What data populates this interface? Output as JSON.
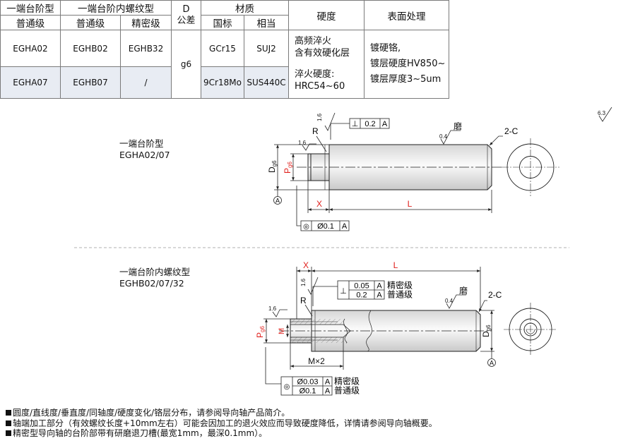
{
  "table": {
    "h_single_step": "一端台阶型",
    "h_single_step_thread": "一端台阶内螺纹型",
    "h_d": "D",
    "h_tolerance": "公差",
    "h_material": "材质",
    "h_hardness": "硬度",
    "h_surface": "表面处理",
    "h_normal_1": "普通级",
    "h_normal_2": "普通级",
    "h_precision": "精密级",
    "h_gb": "国标",
    "h_equiv": "相当",
    "rows": [
      {
        "a": "EGHA02",
        "b": "EGHB02",
        "c": "EGHB32",
        "gb": "GCr15",
        "equiv": "SUJ2"
      },
      {
        "a": "EGHA07",
        "b": "EGHB07",
        "c": "/",
        "gb": "9Cr18Mo",
        "equiv": "SUS440C"
      }
    ],
    "tolerance": "g6",
    "hardness_1": "高频淬火",
    "hardness_2": "含有效硬化层",
    "hardness_3": "淬火硬度:",
    "hardness_4": "HRC54~60",
    "surface_1": "镀硬铬,",
    "surface_2": "镀层硬度HV850~",
    "surface_3": "镀层厚度3~5um"
  },
  "drawing1": {
    "title": "一端台阶型",
    "code": "EGHA02/07",
    "rough_16": "1.6",
    "rough_04": "0.4",
    "rough_63": "6.3",
    "grind": "磨",
    "r_label": "R",
    "chamfer": "2-C",
    "perp_sym": "⊥",
    "perp_val": "0.2",
    "datum": "A",
    "d_label": "D",
    "d_sub": "g6",
    "p_label": "P",
    "p_sub": "g6",
    "x_label": "X",
    "l_label": "L",
    "conc_sym": "◎",
    "conc_val": "Ø0.1"
  },
  "drawing2": {
    "title": "一端台阶内螺纹型",
    "code": "EGHB02/07/32",
    "rough_16": "1.6",
    "rough_04": "0.4",
    "grind": "磨",
    "r_label": "R",
    "chamfer": "2-C",
    "x_label": "X",
    "l_label": "L",
    "perp_sym": "⊥",
    "perp_val_1": "0.05",
    "perp_val_2": "0.2",
    "datum": "A",
    "precision": "精密级",
    "normal": "普通级",
    "p_label": "P",
    "p_sub": "g6",
    "m_label": "M",
    "d_label": "D",
    "d_sub": "g6",
    "mx2": "M×2",
    "conc_sym": "◎",
    "conc_val_1": "Ø0.03",
    "conc_val_2": "Ø0.1"
  },
  "notes": [
    "圆度/直线度/垂直度/同轴度/硬度变化/铬层分布，请参阅导向轴产品简介。",
    "轴端加工部分（有效螺纹长度+10mm左右）可能会因加工的退火效应而导致硬度降低，详情请参阅导向轴概要。",
    "精密型导向轴的台阶部带有研磨退刀槽(最宽1mm，最深0.1mm）。"
  ],
  "colors": {
    "red": "#e0201c",
    "grey_row": "#e8ecf3",
    "line": "#222222"
  }
}
